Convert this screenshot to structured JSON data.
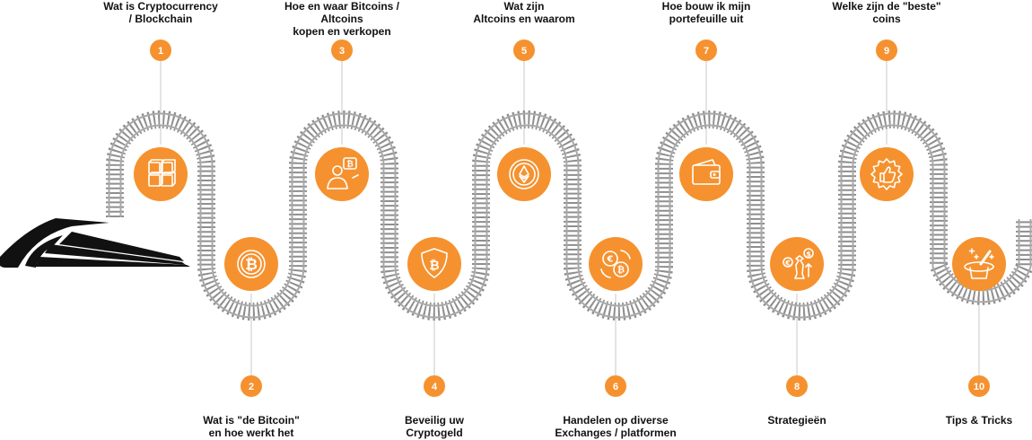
{
  "colors": {
    "accent": "#F5922F",
    "rail": "#A8A8A8",
    "sleeper": "#8E8E8E",
    "connector": "#C8C8C8",
    "train": "#111111"
  },
  "steps": [
    {
      "number": "1",
      "lines": [
        "Wat is Cryptocurrency",
        "/ Blockchain"
      ],
      "icon": "blockchain-cubes-icon"
    },
    {
      "number": "2",
      "lines": [
        "Wat is \"de Bitcoin\"",
        "en hoe werkt het"
      ],
      "icon": "bitcoin-coin-icon"
    },
    {
      "number": "3",
      "lines": [
        "Hoe en waar Bitcoins / Altcoins",
        "kopen en verkopen"
      ],
      "icon": "trader-presenting-icon"
    },
    {
      "number": "4",
      "lines": [
        "Beveilig uw",
        "Cryptogeld"
      ],
      "icon": "bitcoin-shield-icon"
    },
    {
      "number": "5",
      "lines": [
        "Wat zijn",
        "Altcoins en waarom"
      ],
      "icon": "ethereum-coin-icon"
    },
    {
      "number": "6",
      "lines": [
        "Handelen op diverse",
        "Exchanges / platformen"
      ],
      "icon": "currency-exchange-icon"
    },
    {
      "number": "7",
      "lines": [
        "Hoe bouw ik mijn",
        "portefeuille uit"
      ],
      "icon": "wallet-icon"
    },
    {
      "number": "8",
      "lines": [
        "Strategieën"
      ],
      "icon": "chess-strategy-icon"
    },
    {
      "number": "9",
      "lines": [
        "Welke zijn de \"beste\"",
        "coins"
      ],
      "icon": "thumbs-up-badge-icon"
    },
    {
      "number": "10",
      "lines": [
        "Tips & Tricks"
      ],
      "icon": "magic-hat-icon"
    }
  ]
}
